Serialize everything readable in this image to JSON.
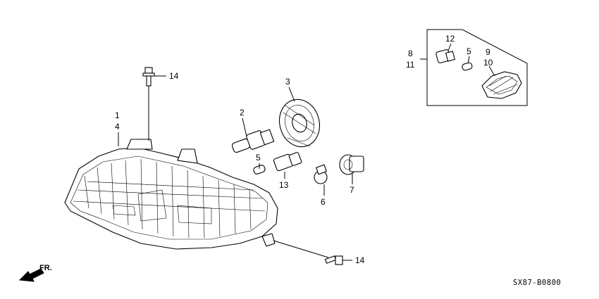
{
  "callouts": {
    "c1": "1",
    "c4": "4",
    "c2": "2",
    "c3": "3",
    "c5a": "5",
    "c13": "13",
    "c6": "6",
    "c7": "7",
    "c14a": "14",
    "c14b": "14",
    "c8": "8",
    "c11": "11",
    "c12": "12",
    "c5b": "5",
    "c9": "9",
    "c10": "10"
  },
  "direction_label": "FR.",
  "diagram_code": "SX87-B0800",
  "icons": {
    "direction_arrow": "arrow-down-left-icon"
  }
}
